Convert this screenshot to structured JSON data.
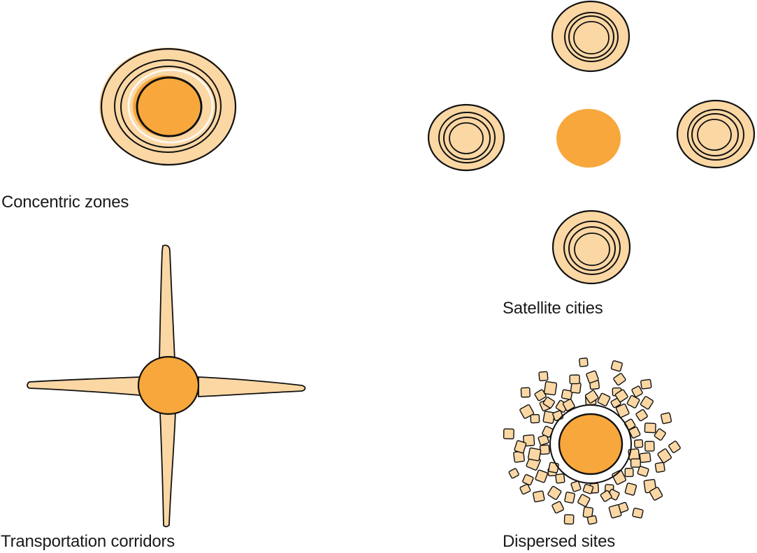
{
  "panels": {
    "concentric": {
      "caption": "Concentric zones"
    },
    "satellite": {
      "caption": "Satellite cities"
    },
    "corridors": {
      "caption": "Transportation corridors"
    },
    "dispersed": {
      "caption": "Dispersed sites"
    }
  },
  "colors": {
    "core": "#F7A73B",
    "zone": "#FBD7A4",
    "outline": "#111111",
    "background": "#FFFFFF"
  }
}
